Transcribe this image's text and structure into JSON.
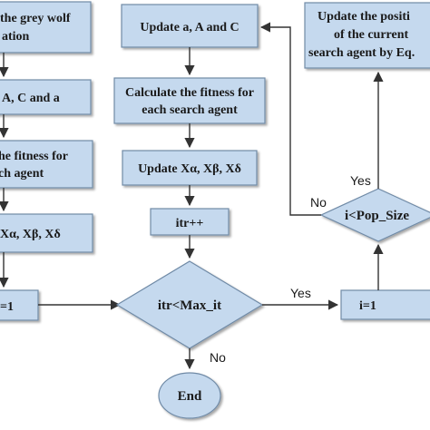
{
  "colors": {
    "box_fill": "#c5d9ee",
    "box_stroke": "#6f8aa6",
    "edge": "#333333",
    "background": "#ffffff"
  },
  "left_column": {
    "init_line1": "the grey wolf",
    "init_line2": "ation",
    "params": "A, C and a",
    "fitness_line1": "he fitness for",
    "fitness_line2": "ch agent",
    "update_x": "Xα, Xβ, Xδ",
    "itr_init": "=1"
  },
  "center_column": {
    "update_aac": "Update a, A and C",
    "fitness_line1": "Calculate the fitness for",
    "fitness_line2": "each search agent",
    "update_x": "Update Xα, Xβ, Xδ",
    "itr_inc": "itr++",
    "decision": "itr<Max_it",
    "end": "End"
  },
  "right_column": {
    "update_pos_line1": "Update the positi",
    "update_pos_line2": "of the current",
    "update_pos_line3": "search agent by Eq.",
    "decision": "i<Pop_Size",
    "i_init": "i=1"
  },
  "edge_labels": {
    "yes_right": "Yes",
    "no_down": "No",
    "yes_up": "Yes",
    "no_left": "No"
  }
}
